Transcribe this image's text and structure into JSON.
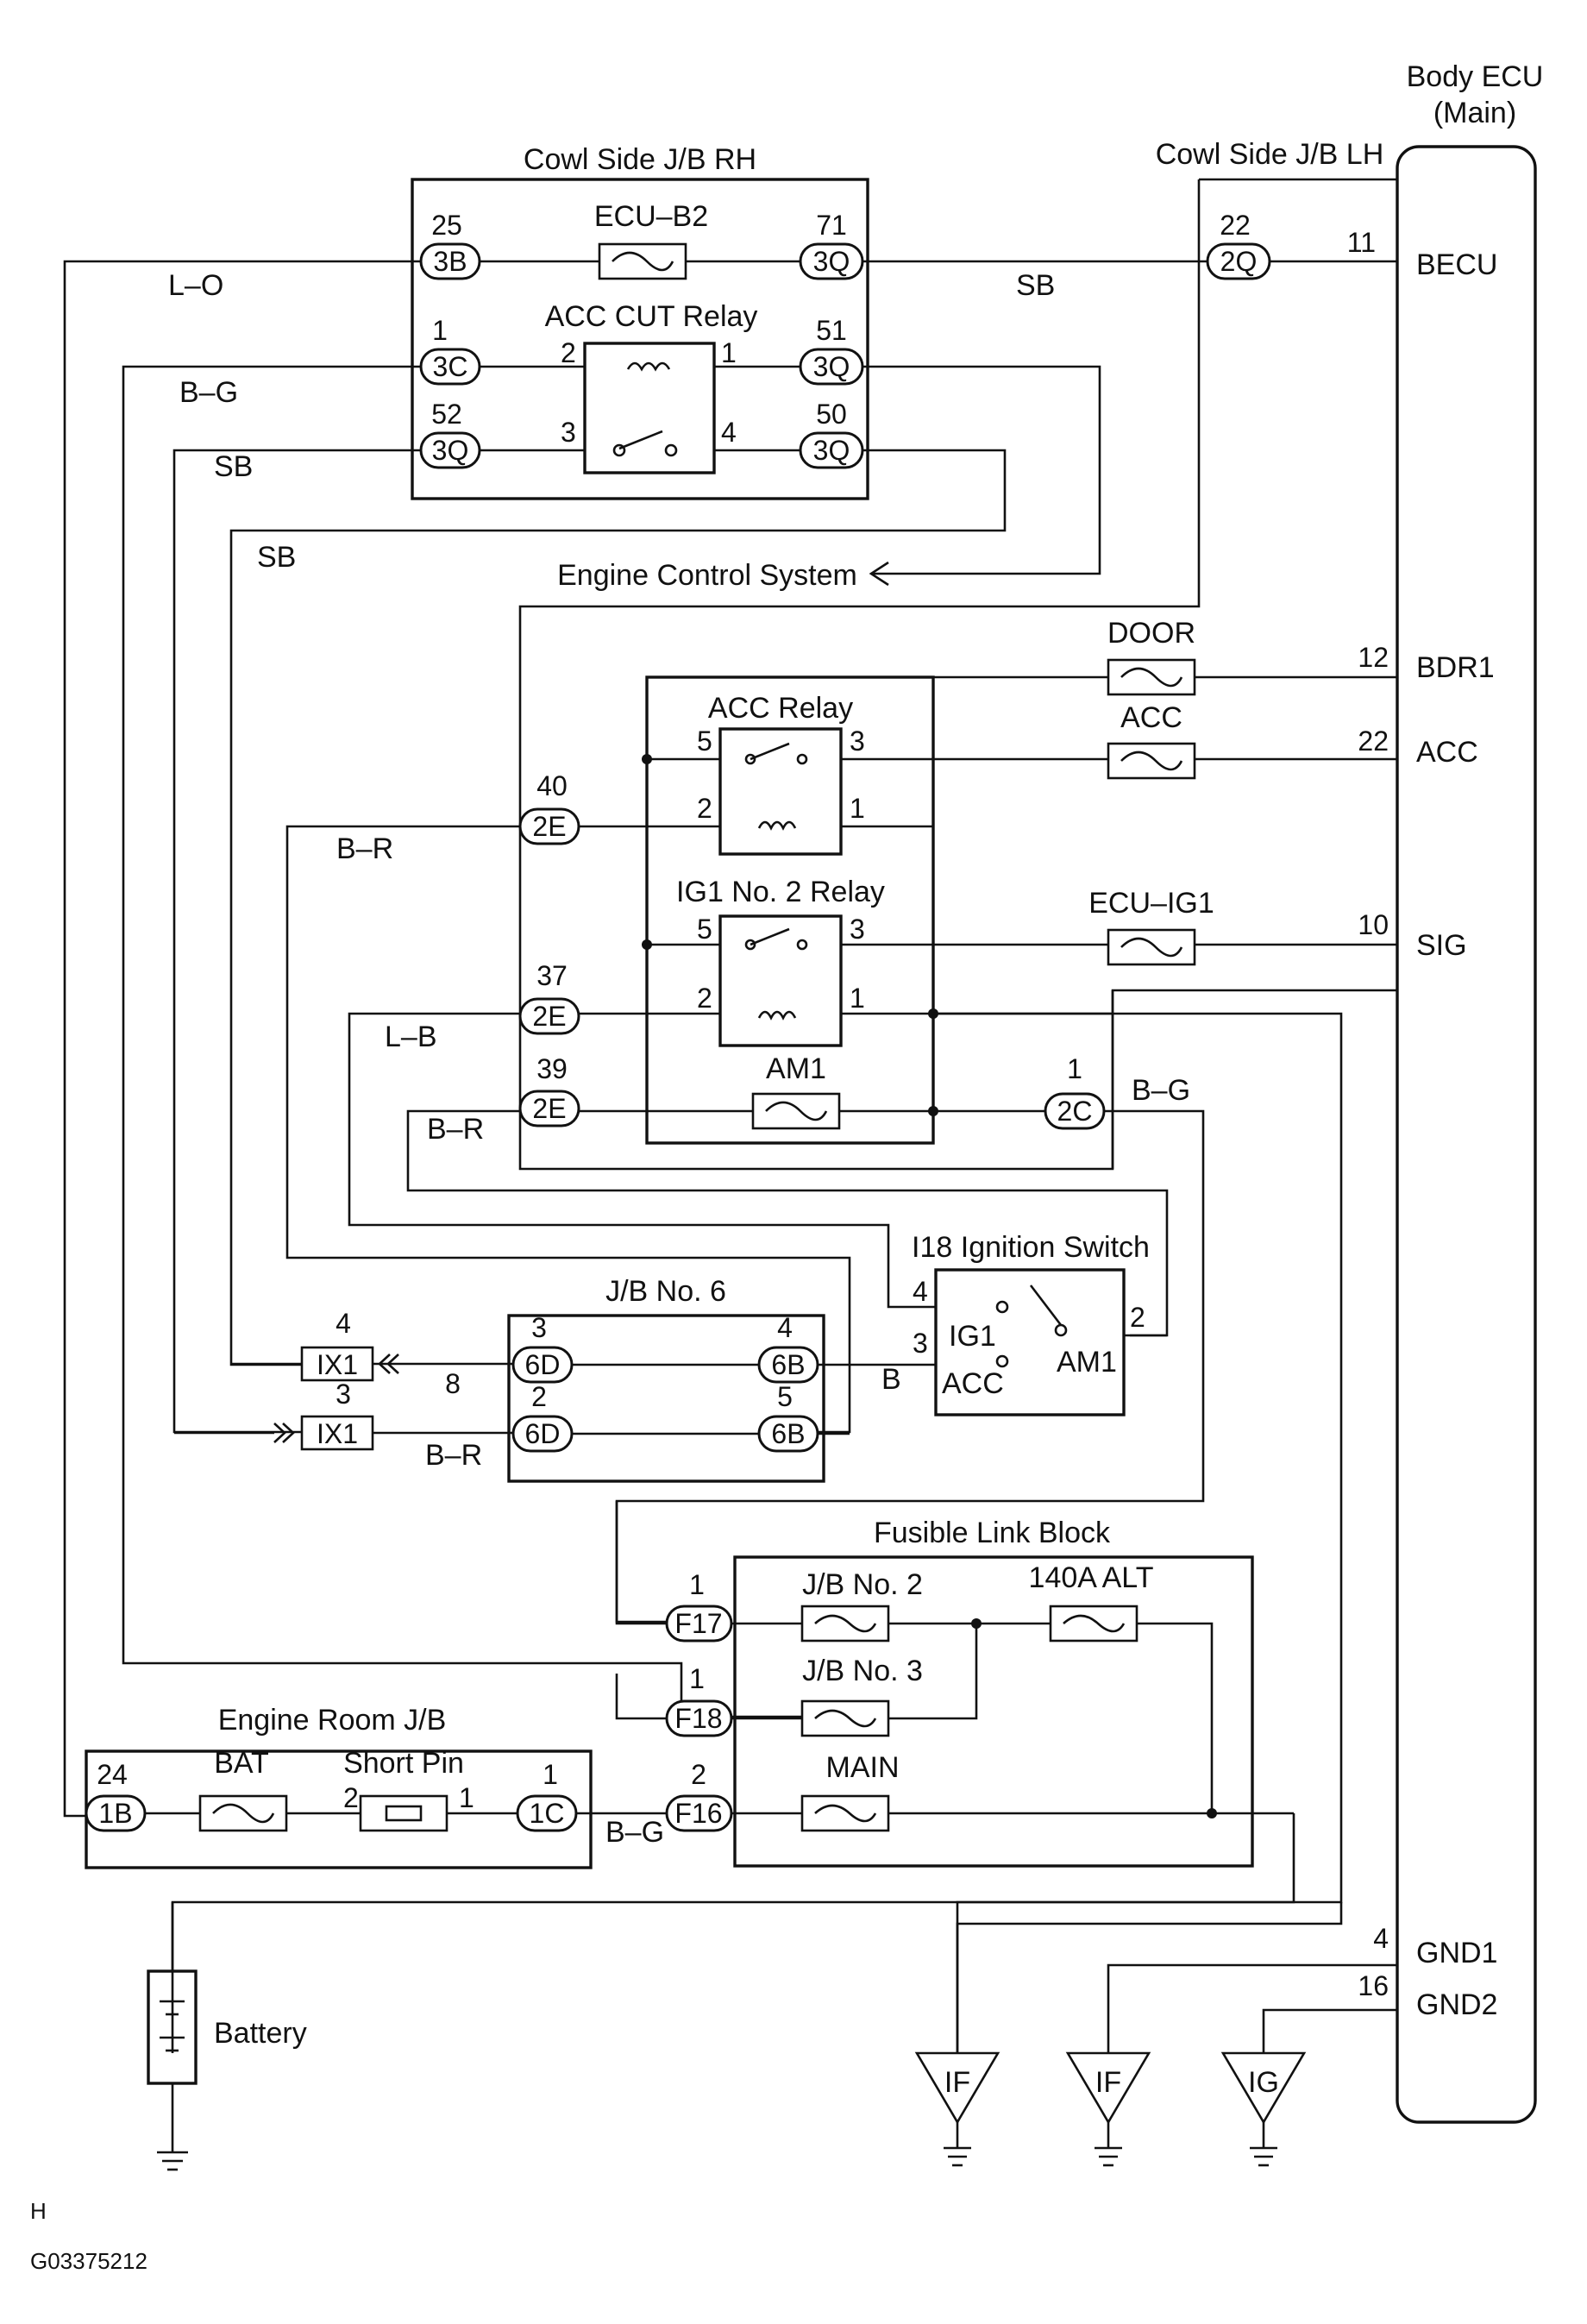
{
  "blocks": {
    "body_ecu_line1": "Body ECU",
    "body_ecu_line2": "(Main)",
    "cowl_rh": "Cowl Side J/B RH",
    "cowl_lh": "Cowl Side J/B LH",
    "engine_control": "Engine Control System",
    "jb6": "J/B No. 6",
    "ign_switch": "I18 Ignition Switch",
    "fusible": "Fusible Link Block",
    "engine_room": "Engine Room J/B",
    "battery": "Battery"
  },
  "ecu_terminals": {
    "becu": "BECU",
    "bdr1": "BDR1",
    "acc": "ACC",
    "sig": "SIG",
    "gnd1": "GND1",
    "gnd2": "GND2",
    "becu_pin": "11",
    "bdr1_pin": "12",
    "acc_pin": "22",
    "sig_pin": "10",
    "gnd1_pin": "4",
    "gnd2_pin": "16"
  },
  "fuses": {
    "ecu_b2": "ECU–B2",
    "door": "DOOR",
    "acc": "ACC",
    "ecu_ig1": "ECU–IG1",
    "am1": "AM1",
    "jb2": "J/B No. 2",
    "jb3": "J/B No. 3",
    "main": "MAIN",
    "alt": "140A ALT",
    "bat": "BAT",
    "short_pin": "Short Pin"
  },
  "relays": {
    "acc_cut": "ACC CUT Relay",
    "acc": "ACC Relay",
    "ig1_no2": "IG1 No. 2 Relay"
  },
  "connectors": {
    "c3b": "3B",
    "c3q_71": "3Q",
    "c2q": "2Q",
    "c3c": "3C",
    "c3q_51": "3Q",
    "c3q_52": "3Q",
    "c3q_50": "3Q",
    "c2e_40": "2E",
    "c2e_37": "2E",
    "c2e_39": "2E",
    "c2c": "2C",
    "c6d_3": "6D",
    "c6b_4": "6B",
    "c6d_2": "6D",
    "c6b_5": "6B",
    "ix1_a": "IX1",
    "ix1_b": "IX1",
    "f17": "F17",
    "f18": "F18",
    "f16": "F16",
    "c1b": "1B",
    "c1c": "1C"
  },
  "pins": {
    "p25": "25",
    "p71": "71",
    "p22": "22",
    "p1a": "1",
    "p51": "51",
    "p52": "52",
    "p50": "50",
    "r2a": "2",
    "r1a": "1",
    "r3a": "3",
    "r4a": "4",
    "p40": "40",
    "p37": "37",
    "p39": "39",
    "p1c": "1",
    "ar5": "5",
    "ar3": "3",
    "ar2": "2",
    "ar1": "1",
    "ir5": "5",
    "ir3": "3",
    "ir2": "2",
    "ir1": "1",
    "j3": "3",
    "j4": "4",
    "j2": "2",
    "j5": "5",
    "ix4": "4",
    "ix3": "3",
    "ix8": "8",
    "sw4": "4",
    "sw3": "3",
    "sw2": "2",
    "f1a": "1",
    "f1b": "1",
    "f2": "2",
    "e24": "24",
    "e1": "1",
    "sp2": "2",
    "sp1": "1"
  },
  "switch_terms": {
    "ig1": "IG1",
    "acc": "ACC",
    "am1": "AM1"
  },
  "wires": {
    "lo": "L–O",
    "sb1": "SB",
    "bg1": "B–G",
    "sb2": "SB",
    "sb3": "SB",
    "br1": "B–R",
    "lb": "L–B",
    "br2": "B–R",
    "bg2": "B–G",
    "b": "B",
    "br3": "B–R",
    "bg3": "B–G"
  },
  "grounds": {
    "g1": "IF",
    "g2": "IF",
    "g3": "IG"
  },
  "footer": {
    "h": "H",
    "code": "G03375212"
  }
}
